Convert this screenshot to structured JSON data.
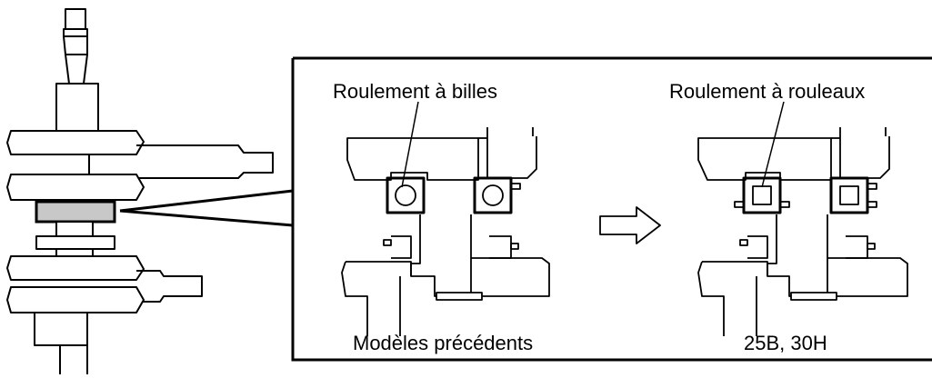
{
  "labels": {
    "ball_bearing": "Roulement à billes",
    "roller_bearing": "Roulement à rouleaux",
    "previous_models": "Modèles précédents",
    "new_models": "25B, 30H"
  },
  "colors": {
    "line": "#000000",
    "highlight_fill": "#c8c8c8",
    "background": "#ffffff"
  }
}
